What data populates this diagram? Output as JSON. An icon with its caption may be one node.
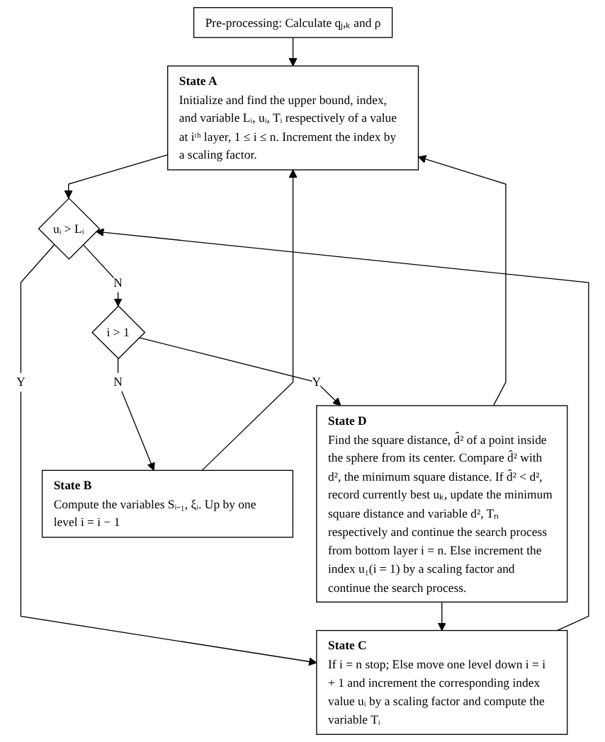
{
  "diagram": {
    "nodes": [
      {
        "text": [
          "Pre-processing: Calculate qⱼ,ₖ and ρ"
        ]
      },
      {
        "text": [
          "State A",
          "Initialize and find the upper bound, index, and variable Lᵢ, uᵢ, Tᵢ respectively of a value at iᵗʰ layer, 1 ≤ i ≤ n. Increment the index by a scaling factor."
        ]
      },
      {
        "text": [
          "uᵢ > Lᵢ"
        ]
      },
      {
        "text": [
          "State C",
          "If i = n stop; Else move one level down i = i + 1 and increment the corresponding index value uᵢ by a scaling factor and compute the variable Tᵢ"
        ]
      },
      {
        "text": [
          "i > 1"
        ]
      },
      {
        "text": [
          "State D",
          "Find the square distance, d̂² of a point inside the sphere from its center. Compare d̂² with d², the minimum square distance. If d̂² < d², record currently best uₖ, update the minimum square distance and variable d², Tₙ respectively and continue the search process from bottom layer i = n. Else increment the index u₁(i = 1) by a scaling factor and continue the search process."
        ]
      },
      {
        "text": [
          "State B",
          "Compute the variables Sᵢ₋₁, ξᵢ. Up by one level i = i − 1"
        ]
      }
    ],
    "edges": [
      {
        "from": 0,
        "to": 1,
        "arrow": "to"
      },
      {
        "from": 1,
        "to": 2,
        "arrow": "to"
      },
      {
        "from": 2,
        "to": 3,
        "label": "Y",
        "arrow": "to"
      },
      {
        "from": 2,
        "to": 4,
        "label": "N",
        "arrow": "to"
      },
      {
        "from": 4,
        "to": 5,
        "label": "Y",
        "arrow": "to"
      },
      {
        "from": 4,
        "to": 6,
        "label": "N",
        "arrow": "to"
      },
      {
        "from": 5,
        "to": 3,
        "arrow": "to"
      },
      {
        "from": 3,
        "to": 2,
        "arrow": "to"
      },
      {
        "from": 5,
        "to": 1,
        "arrow": "to"
      },
      {
        "from": 6,
        "to": 1,
        "arrow": "to"
      }
    ]
  }
}
